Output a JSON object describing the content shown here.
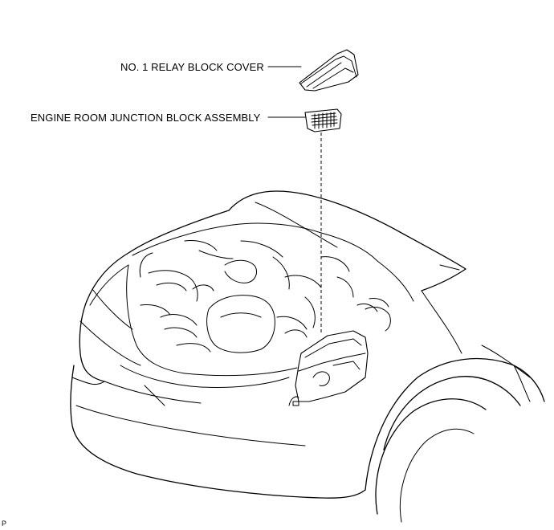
{
  "labels": {
    "relay_block_cover": "NO. 1 RELAY BLOCK COVER",
    "junction_block": "ENGINE ROOM JUNCTION BLOCK ASSEMBLY",
    "figure_code": "P"
  },
  "parts": [
    {
      "name": "no-1-relay-block-cover",
      "icon": "relay-cover-icon"
    },
    {
      "name": "engine-room-junction-block-assembly",
      "icon": "junction-block-icon"
    },
    {
      "name": "vehicle-engine-compartment",
      "icon": "car-front-icon"
    }
  ]
}
